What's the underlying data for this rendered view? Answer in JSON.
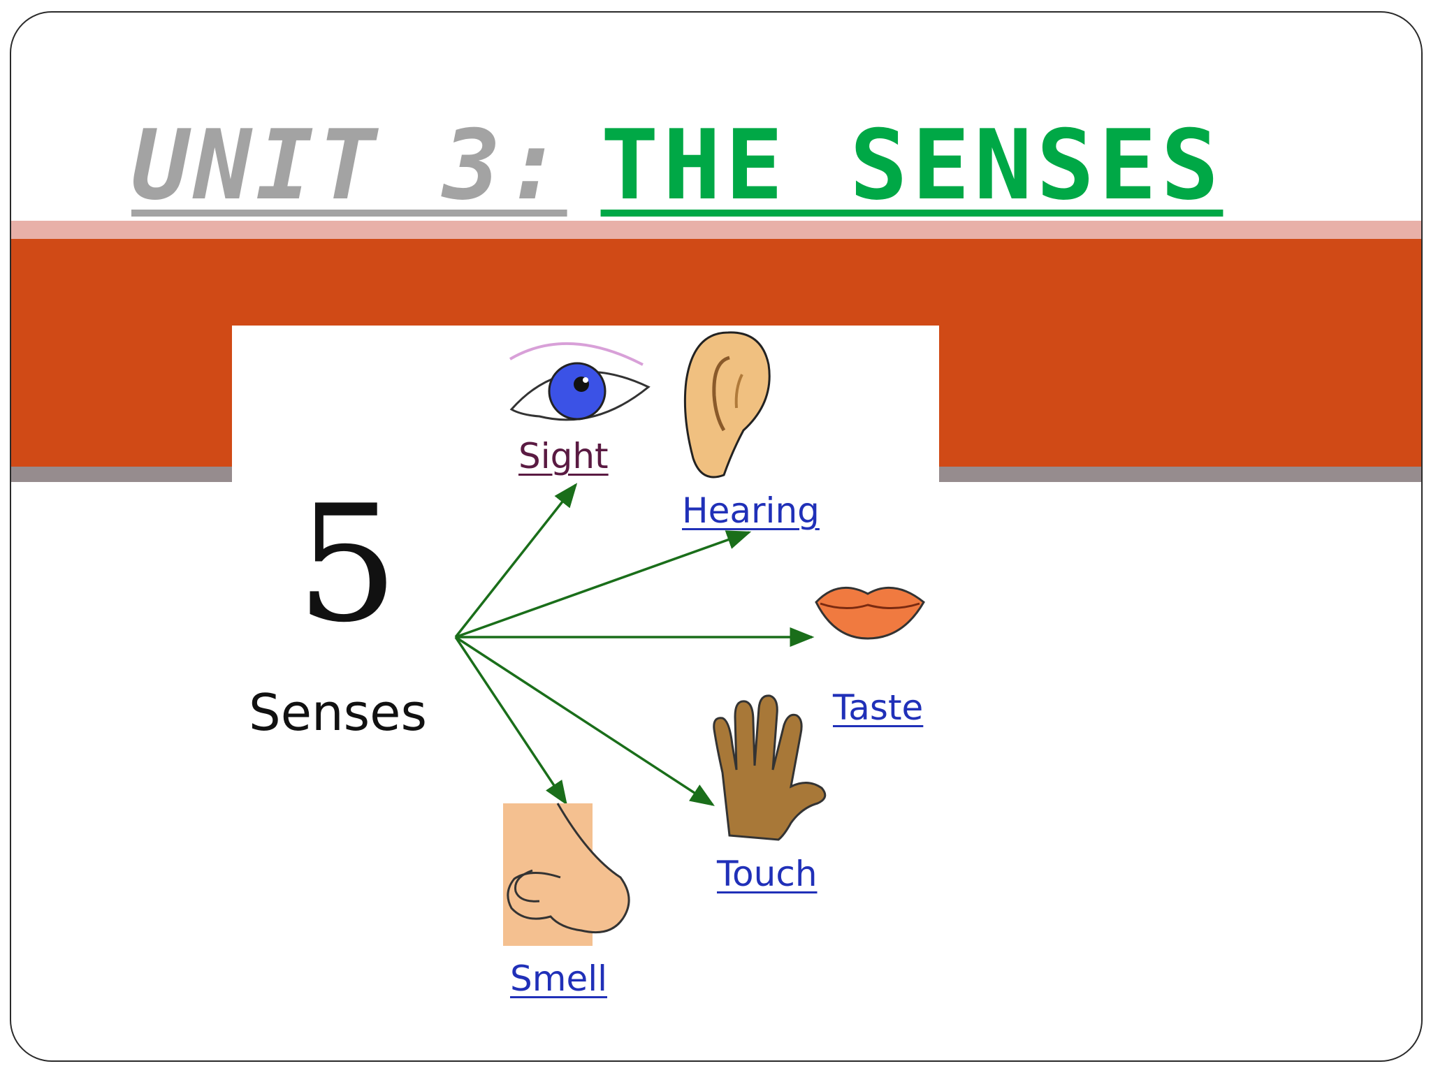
{
  "title": {
    "unit": "UNIT 3:",
    "topic": "THE SENSES"
  },
  "picture": {
    "number": "5",
    "word": "Senses",
    "senses": {
      "sight": "Sight",
      "hearing": "Hearing",
      "taste": "Taste",
      "touch": "Touch",
      "smell": "Smell"
    }
  },
  "colors": {
    "title_gray": "#a3a3a3",
    "title_green": "#00a846",
    "band_red": "#d04a16",
    "band_pink": "#e8b0a8",
    "band_gray": "#968c8e",
    "arrow_green": "#1a6e1a",
    "link_blue": "#2030b8"
  },
  "icons": [
    "eye-icon",
    "ear-icon",
    "lips-icon",
    "hand-icon",
    "nose-icon"
  ]
}
